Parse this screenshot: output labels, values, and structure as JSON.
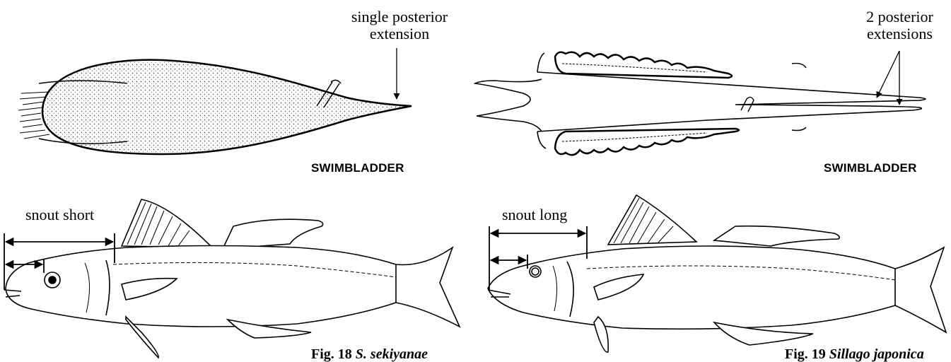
{
  "left_panel": {
    "swimbladder_callout": "single posterior\nextension",
    "swimbladder_label": "SWIMBLADDER",
    "snout_label": "snout short",
    "figure_caption": {
      "prefix": "Fig. 18 ",
      "species": "S. sekiyanae"
    }
  },
  "right_panel": {
    "swimbladder_callout": "2 posterior\nextensions",
    "swimbladder_label": "SWIMBLADDER",
    "snout_label": "snout long",
    "figure_caption": {
      "prefix": "Fig. 19 ",
      "species": "Sillago japonica"
    }
  },
  "icons": {
    "left_swimbladder": "swimbladder-single-extension-illustration",
    "right_swimbladder": "swimbladder-two-extensions-illustration",
    "left_fish": "fish-short-snout-illustration",
    "right_fish": "fish-long-snout-illustration"
  }
}
